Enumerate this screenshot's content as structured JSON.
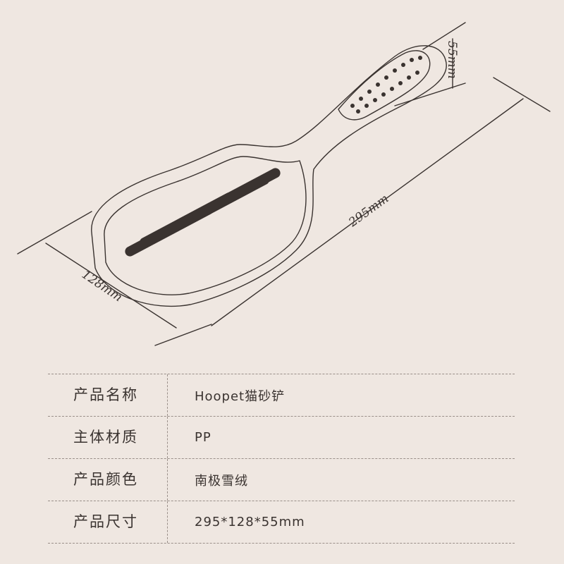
{
  "dimensions": {
    "length": "295mm",
    "width": "128mm",
    "height": "55mm"
  },
  "specs": [
    {
      "label": "产品名称",
      "value": "Hoopet猫砂铲"
    },
    {
      "label": "主体材质",
      "value": "PP"
    },
    {
      "label": "产品颜色",
      "value": "南极雪绒"
    },
    {
      "label": "产品尺寸",
      "value": "295*128*55mm"
    }
  ]
}
